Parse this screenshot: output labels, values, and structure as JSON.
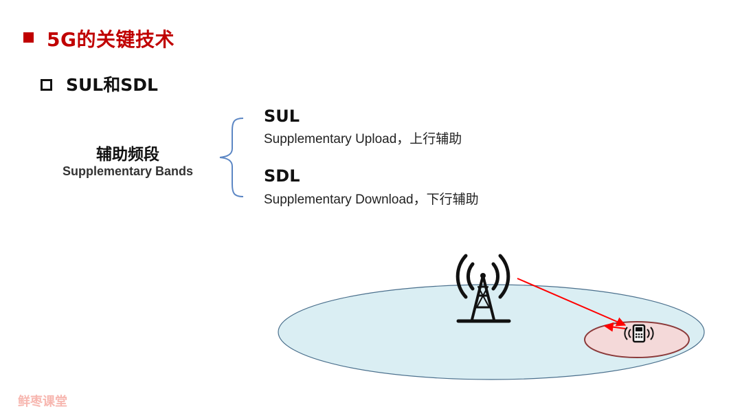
{
  "title": {
    "text": "5G的关键技术",
    "color": "#c00000"
  },
  "subtitle": {
    "text": "SUL和SDL"
  },
  "left_block": {
    "label_cn": "辅助频段",
    "label_en": "Supplementary Bands"
  },
  "items": [
    {
      "heading": "SUL",
      "description": "Supplementary Upload，上行辅助"
    },
    {
      "heading": "SDL",
      "description": "Supplementary Download，下行辅助"
    }
  ],
  "diagram": {
    "macro_cell_color": "#daeef3",
    "small_cell_color": "#f4d9d9",
    "link_color": "#ff0000",
    "icons": [
      "tower-icon",
      "phone-icon"
    ]
  },
  "watermark": {
    "text": "鲜枣课堂"
  }
}
